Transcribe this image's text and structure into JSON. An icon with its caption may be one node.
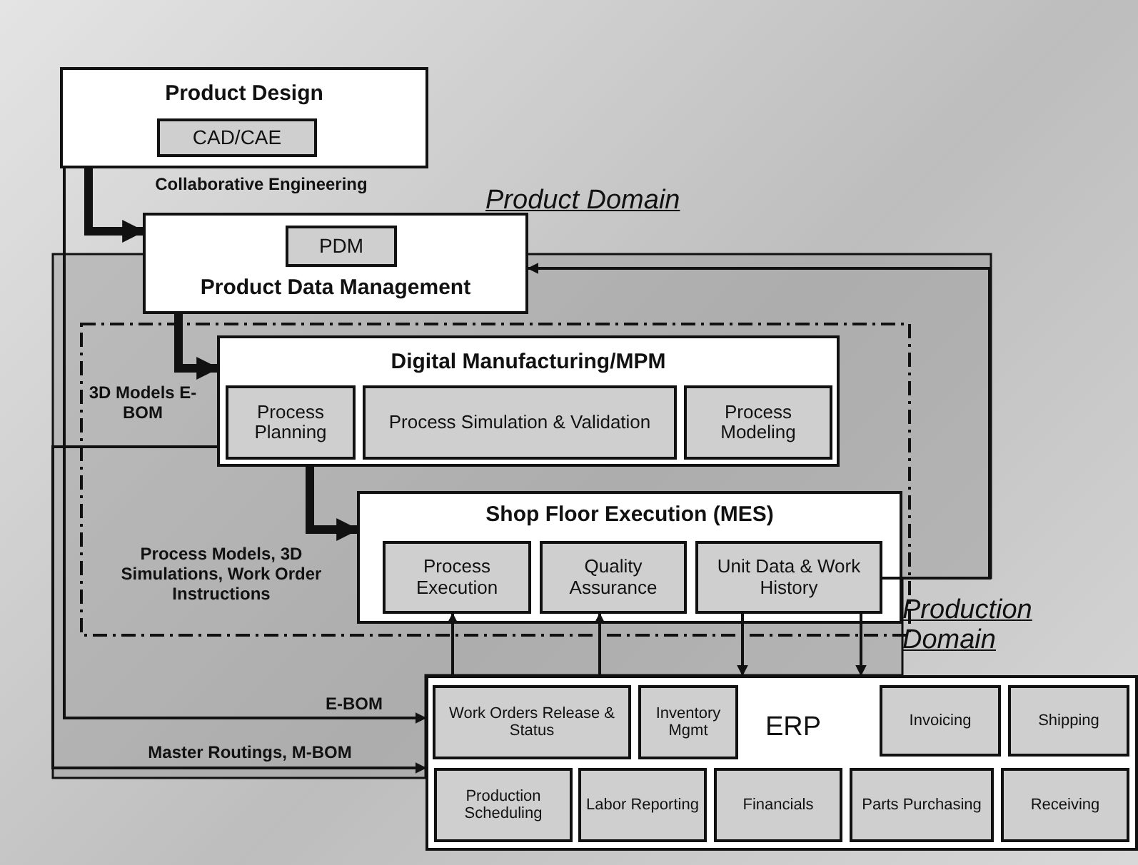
{
  "diagram": {
    "nodes": [
      {
        "text": [
          "Product Design"
        ]
      },
      {
        "text": [
          "CAD/CAE"
        ],
        "in": 0
      },
      {
        "text": [
          "Product Data Management"
        ]
      },
      {
        "text": [
          "PDM"
        ],
        "in": 2
      },
      {
        "text": [
          "Digital Manufacturing/MPM"
        ]
      },
      {
        "text": [
          "Process Planning"
        ],
        "in": 4
      },
      {
        "text": [
          "Process Simulation & Validation"
        ],
        "in": 4
      },
      {
        "text": [
          "Process Modeling"
        ],
        "in": 4
      },
      {
        "text": [
          "Shop Floor Execution (MES)"
        ]
      },
      {
        "text": [
          "Process Execution"
        ],
        "in": 8
      },
      {
        "text": [
          "Quality Assurance"
        ],
        "in": 8
      },
      {
        "text": [
          "Unit Data & Work History"
        ],
        "in": 8
      },
      {
        "text": [
          "ERP"
        ]
      },
      {
        "text": [
          "Work Orders Release & Status"
        ],
        "in": 12
      },
      {
        "text": [
          "Inventory Mgmt"
        ],
        "in": 12
      },
      {
        "text": [
          "Invoicing"
        ],
        "in": 12
      },
      {
        "text": [
          "Shipping"
        ],
        "in": 12
      },
      {
        "text": [
          "Production Scheduling"
        ],
        "in": 12
      },
      {
        "text": [
          "Labor Reporting"
        ],
        "in": 12
      },
      {
        "text": [
          "Financials"
        ],
        "in": 12
      },
      {
        "text": [
          "Parts Purchasing"
        ],
        "in": 12
      },
      {
        "text": [
          "Receiving"
        ],
        "in": 12
      }
    ],
    "edges": [
      {
        "from": 0,
        "to": 2,
        "arrow": "to",
        "label": "Collaborative Engineering",
        "style": "thick"
      },
      {
        "from": 2,
        "to": 4,
        "arrow": "to",
        "label": "3D Models E-BOM",
        "style": "thick"
      },
      {
        "from": 4,
        "to": 8,
        "arrow": "to",
        "label": "Process Models, 3D Simulations, Work Order Instructions",
        "style": "thick"
      },
      {
        "from": 0,
        "to": 12,
        "arrow": "to",
        "label": "E-BOM"
      },
      {
        "from": 4,
        "to": 12,
        "arrow": "to",
        "label": "Master Routings, M-BOM"
      },
      {
        "from": 12,
        "to": 9,
        "arrow": "to"
      },
      {
        "from": 12,
        "to": 10,
        "arrow": "to"
      },
      {
        "from": 11,
        "to": 12,
        "arrow": "to"
      },
      {
        "from": 11,
        "to": 12,
        "arrow": "to"
      },
      {
        "from": 11,
        "to": 2,
        "arrow": "to"
      }
    ],
    "labels": [
      "Product Domain",
      "Production Domain"
    ]
  }
}
